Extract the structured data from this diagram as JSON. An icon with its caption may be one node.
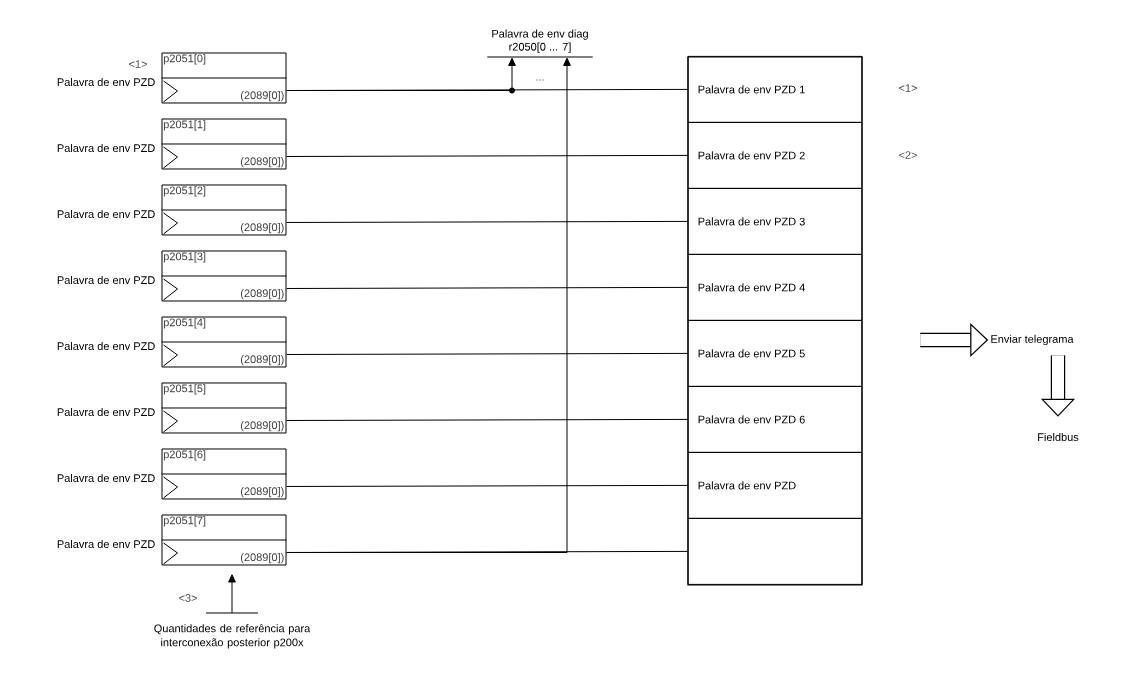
{
  "diagram": {
    "nodes": [
      {
        "text": [
          "p2051[0]",
          "(2089[0])"
        ],
        "beside": [
          "Palavra de env PZD"
        ]
      },
      {
        "text": [
          "p2051[1]",
          "(2089[0])"
        ],
        "beside": [
          "Palavra de env PZD"
        ]
      },
      {
        "text": [
          "p2051[2]",
          "(2089[0])"
        ],
        "beside": [
          "Palavra de env PZD"
        ]
      },
      {
        "text": [
          "p2051[3]",
          "(2089[0])"
        ],
        "beside": [
          "Palavra de env PZD"
        ]
      },
      {
        "text": [
          "p2051[4]",
          "(2089[0])"
        ],
        "beside": [
          "Palavra de env PZD"
        ]
      },
      {
        "text": [
          "p2051[5]",
          "(2089[0])"
        ],
        "beside": [
          "Palavra de env PZD"
        ]
      },
      {
        "text": [
          "p2051[6]",
          "(2089[0])"
        ],
        "beside": [
          "Palavra de env PZD"
        ]
      },
      {
        "text": [
          "p2051[7]",
          "(2089[0])"
        ],
        "beside": [
          "Palavra de env PZD"
        ]
      },
      {
        "text": [],
        "shape": "box"
      },
      {
        "text": [
          "Palavra de env PZD 1"
        ],
        "in": 8
      },
      {
        "text": [
          "Palavra de env PZD 2"
        ],
        "in": 8
      },
      {
        "text": [
          "Palavra de env PZD 3"
        ],
        "in": 8
      },
      {
        "text": [
          "Palavra de env PZD 4"
        ],
        "in": 8
      },
      {
        "text": [
          "Palavra de env PZD 5"
        ],
        "in": 8
      },
      {
        "text": [
          "Palavra de env PZD 6"
        ],
        "in": 8
      },
      {
        "text": [
          "Palavra de env PZD"
        ],
        "in": 8
      },
      {
        "text": [],
        "shape": "box",
        "in": 8
      },
      {
        "text": [
          "Palavra de env diag",
          "r2050[0 ... 7]"
        ]
      },
      {
        "text": [
          "Quantidades de referência para interconexão posterior p200x"
        ]
      },
      {
        "text": [
          "Enviar telegrama"
        ]
      },
      {
        "text": [
          "Fieldbus"
        ]
      }
    ],
    "edges": [
      {
        "from": 0,
        "to": 9,
        "arrow": "none"
      },
      {
        "from": 1,
        "to": 10,
        "arrow": "none"
      },
      {
        "from": 2,
        "to": 11,
        "arrow": "none"
      },
      {
        "from": 3,
        "to": 12,
        "arrow": "none"
      },
      {
        "from": 4,
        "to": 13,
        "arrow": "none"
      },
      {
        "from": 5,
        "to": 14,
        "arrow": "none"
      },
      {
        "from": 6,
        "to": 15,
        "arrow": "none"
      },
      {
        "from": 7,
        "to": 16,
        "arrow": "none"
      },
      {
        "from": 0,
        "to": 17,
        "arrow": "to"
      },
      {
        "from": 7,
        "to": 17,
        "arrow": "to"
      },
      {
        "from": 18,
        "to": 7,
        "arrow": "to"
      },
      {
        "from": null,
        "to": 19,
        "arrow": "to",
        "style": "thick"
      },
      {
        "from": 19,
        "to": 20,
        "arrow": "to",
        "style": "thick"
      }
    ],
    "labels": [
      "<1>",
      "...",
      "<1>",
      "<2>",
      "<3>"
    ]
  }
}
